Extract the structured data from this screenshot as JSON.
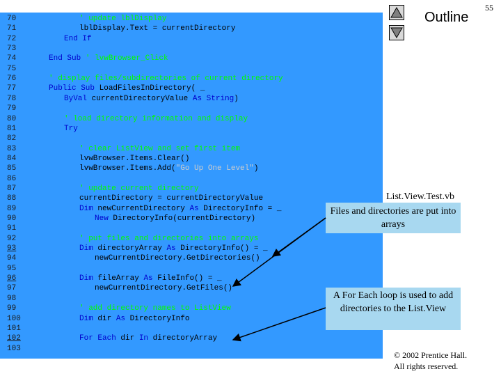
{
  "page_number": "55",
  "outline": {
    "title": "Outline",
    "up_icon": "triangle-up-icon",
    "down_icon": "triangle-down-icon"
  },
  "file_title": "List.View.Test.vb",
  "callouts": [
    "Files and directories are put into arrays",
    "A For Each loop is used to add directories to the List.View"
  ],
  "copyright": {
    "line1": "© 2002 Prentice Hall.",
    "line2": "All rights reserved."
  },
  "colors": {
    "panel": "#3399ff",
    "comment": "#00ff00",
    "keyword": "#0000cc",
    "string": "#cccccc",
    "callout": "#a8d8f0"
  },
  "code_lines": [
    {
      "n": "70",
      "i": 6,
      "t": [
        [
          "c",
          "' update lblDisplay"
        ]
      ]
    },
    {
      "n": "71",
      "i": 6,
      "t": [
        [
          "p",
          "lblDisplay.Text = currentDirectory"
        ]
      ]
    },
    {
      "n": "72",
      "i": 4,
      "t": [
        [
          "k",
          "End If"
        ]
      ]
    },
    {
      "n": "73",
      "i": 0,
      "t": []
    },
    {
      "n": "74",
      "i": 2,
      "t": [
        [
          "k",
          "End Sub"
        ],
        [
          "p",
          " "
        ],
        [
          "c",
          "' lvwBrowser_Click"
        ]
      ]
    },
    {
      "n": "75",
      "i": 0,
      "t": []
    },
    {
      "n": "76",
      "i": 2,
      "t": [
        [
          "c",
          "' display files/subdirectories of current directory"
        ]
      ]
    },
    {
      "n": "77",
      "i": 2,
      "t": [
        [
          "k",
          "Public Sub"
        ],
        [
          "p",
          " LoadFilesInDirectory( _"
        ]
      ]
    },
    {
      "n": "78",
      "i": 4,
      "t": [
        [
          "k",
          "ByVal"
        ],
        [
          "p",
          " currentDirectoryValue "
        ],
        [
          "k",
          "As String"
        ],
        [
          "p",
          ")"
        ]
      ]
    },
    {
      "n": "79",
      "i": 0,
      "t": []
    },
    {
      "n": "80",
      "i": 4,
      "t": [
        [
          "c",
          "' load directory information and display"
        ]
      ]
    },
    {
      "n": "81",
      "i": 4,
      "t": [
        [
          "k",
          "Try"
        ]
      ]
    },
    {
      "n": "82",
      "i": 0,
      "t": []
    },
    {
      "n": "83",
      "i": 6,
      "t": [
        [
          "c",
          "' clear ListView and set first item"
        ]
      ]
    },
    {
      "n": "84",
      "i": 6,
      "t": [
        [
          "p",
          "lvwBrowser.Items.Clear()"
        ]
      ]
    },
    {
      "n": "85",
      "i": 6,
      "t": [
        [
          "p",
          "lvwBrowser.Items.Add("
        ],
        [
          "s",
          "\"Go Up One Level\""
        ],
        [
          "p",
          ")"
        ]
      ]
    },
    {
      "n": "86",
      "i": 0,
      "t": []
    },
    {
      "n": "87",
      "i": 6,
      "t": [
        [
          "c",
          "' update current directory"
        ]
      ]
    },
    {
      "n": "88",
      "i": 6,
      "t": [
        [
          "p",
          "currentDirectory = currentDirectoryValue"
        ]
      ]
    },
    {
      "n": "89",
      "i": 6,
      "t": [
        [
          "k",
          "Dim"
        ],
        [
          "p",
          " newCurrentDirectory "
        ],
        [
          "k",
          "As"
        ],
        [
          "p",
          " DirectoryInfo = _"
        ]
      ]
    },
    {
      "n": "90",
      "i": 8,
      "t": [
        [
          "k",
          "New"
        ],
        [
          "p",
          " DirectoryInfo(currentDirectory)"
        ]
      ]
    },
    {
      "n": "91",
      "i": 0,
      "t": []
    },
    {
      "n": "92",
      "i": 6,
      "t": [
        [
          "c",
          "' put files and directories into arrays"
        ]
      ]
    },
    {
      "n": "93",
      "i": 6,
      "u": true,
      "t": [
        [
          "k",
          "Dim"
        ],
        [
          "p",
          " directoryArray "
        ],
        [
          "k",
          "As"
        ],
        [
          "p",
          " DirectoryInfo() = _"
        ]
      ]
    },
    {
      "n": "94",
      "i": 8,
      "t": [
        [
          "p",
          "newCurrentDirectory.GetDirectories()"
        ]
      ]
    },
    {
      "n": "95",
      "i": 0,
      "t": []
    },
    {
      "n": "96",
      "i": 6,
      "u": true,
      "t": [
        [
          "k",
          "Dim"
        ],
        [
          "p",
          " fileArray "
        ],
        [
          "k",
          "As"
        ],
        [
          "p",
          " FileInfo() = _"
        ]
      ]
    },
    {
      "n": "97",
      "i": 8,
      "t": [
        [
          "p",
          "newCurrentDirectory.GetFiles()"
        ]
      ]
    },
    {
      "n": "98",
      "i": 0,
      "t": []
    },
    {
      "n": "99",
      "i": 6,
      "t": [
        [
          "c",
          "' add directory names to ListView"
        ]
      ]
    },
    {
      "n": "100",
      "i": 6,
      "t": [
        [
          "k",
          "Dim"
        ],
        [
          "p",
          " dir "
        ],
        [
          "k",
          "As"
        ],
        [
          "p",
          " DirectoryInfo"
        ]
      ]
    },
    {
      "n": "101",
      "i": 0,
      "t": []
    },
    {
      "n": "102",
      "i": 6,
      "u": true,
      "t": [
        [
          "k",
          "For Each"
        ],
        [
          "p",
          " dir "
        ],
        [
          "k",
          "In"
        ],
        [
          "p",
          " directoryArray"
        ]
      ]
    },
    {
      "n": "103",
      "i": 0,
      "t": []
    }
  ]
}
